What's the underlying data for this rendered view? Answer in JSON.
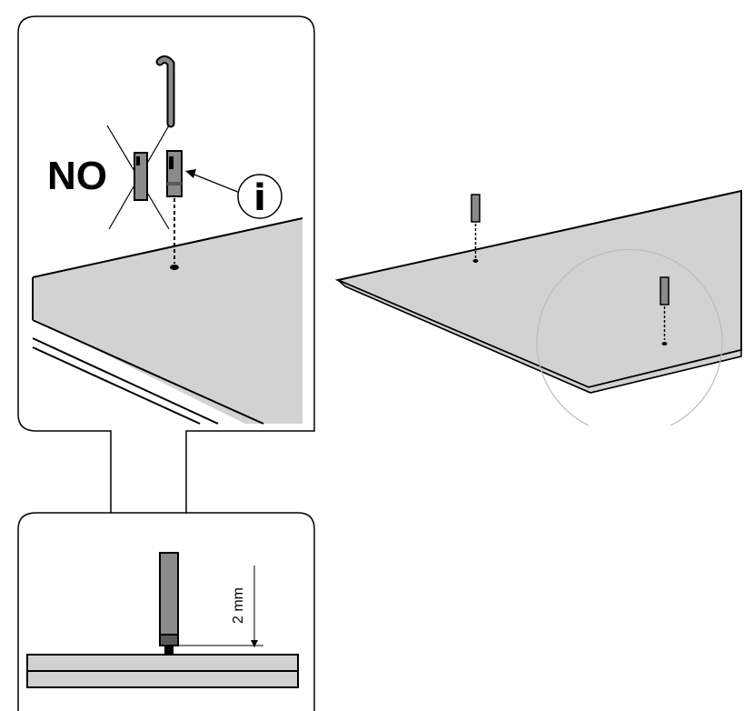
{
  "labels": {
    "no": "NO",
    "info": "i",
    "dimension": "2 mm"
  },
  "colors": {
    "panel_fill": "#d2d2d2",
    "pin_body": "#8a8a8a",
    "pin_dark": "#5a5a5a",
    "outline": "#000000",
    "magnifier_circle": "#bbbbbb"
  },
  "icons": [
    "allen-key-icon",
    "pin-icon",
    "info-icon",
    "dimension-arrow-icon",
    "crossed-out-icon"
  ]
}
